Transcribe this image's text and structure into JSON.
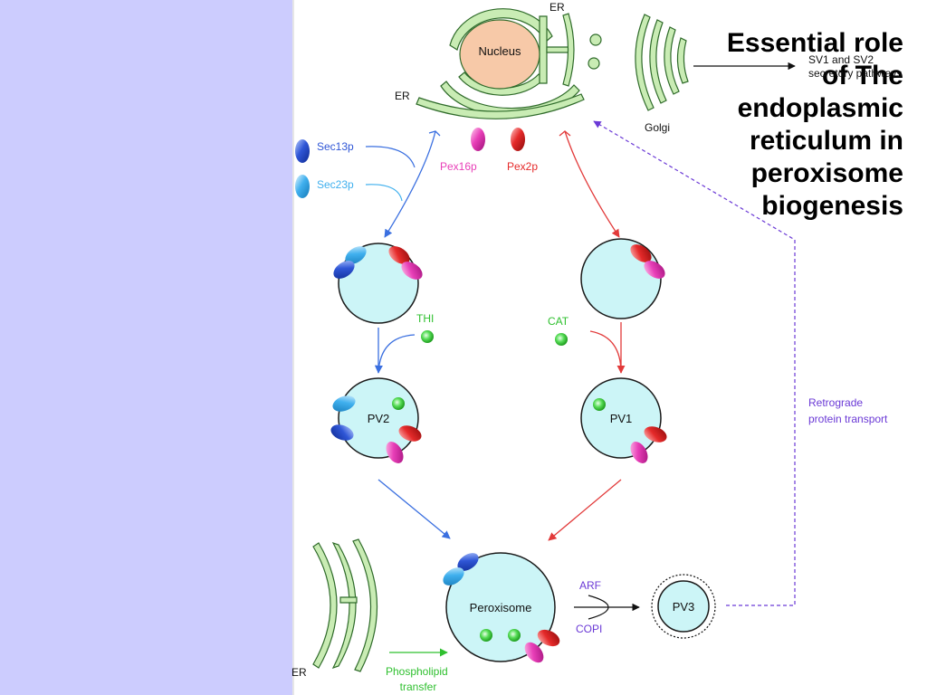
{
  "slide": {
    "title": "Essential role\nof The\nendoplasmic\nreticulum in\nperoxisome\nbiogenesis"
  },
  "diagram": {
    "labels": {
      "er_top": "ER",
      "nucleus": "Nucleus",
      "er_left": "ER",
      "golgi": "Golgi",
      "sv_pathways": "SV1 and SV2\nsecretory pathways",
      "sec13p": "Sec13p",
      "sec23p": "Sec23p",
      "pex16p": "Pex16p",
      "pex2p": "Pex2p",
      "thi": "THI",
      "cat": "CAT",
      "pv2": "PV2",
      "pv1": "PV1",
      "retrograde": "Retrograde\nprotein transport",
      "peroxisome": "Peroxisome",
      "arf": "ARF",
      "copi": "COPI",
      "pv3": "PV3",
      "er_bottom": "ER",
      "phospholipid": "Phospholipid\ntransfer"
    },
    "colors": {
      "sidebar": "#ccccfe",
      "er_green": "#c9ecb4",
      "er_outline": "#2f6b2a",
      "nucleus_fill": "#f7c9a8",
      "vesicle_fill": "#ccf5f7",
      "sec13p_blue": "#2f56d6",
      "sec23p_cyan": "#40b0ee",
      "pex16p_magenta": "#e83fb8",
      "pex2p_red": "#e52a2a",
      "cargo_green": "#58dd58",
      "arrow_blue": "#3a6fe0",
      "arrow_red": "#e23a3a",
      "arrow_purple": "#6b3ad6",
      "label_green": "#2fc02f"
    }
  }
}
